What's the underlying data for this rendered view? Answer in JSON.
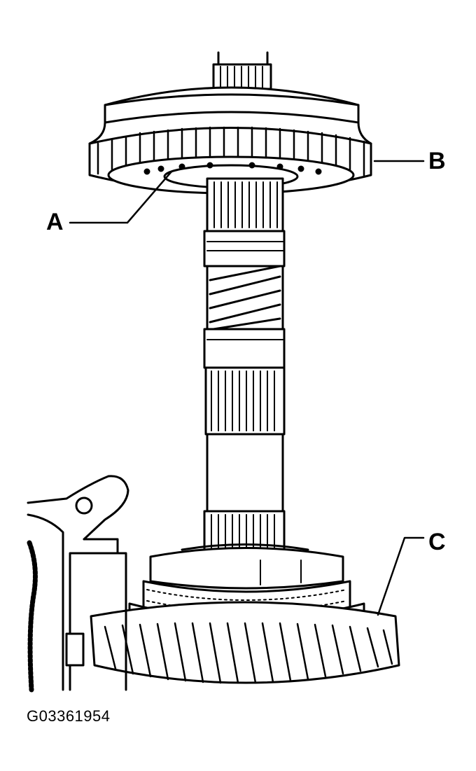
{
  "labels": {
    "a": "A",
    "b": "B",
    "c": "C"
  },
  "figure_id": "G03361954",
  "colors": {
    "ink": "#000000",
    "paper": "#ffffff"
  }
}
